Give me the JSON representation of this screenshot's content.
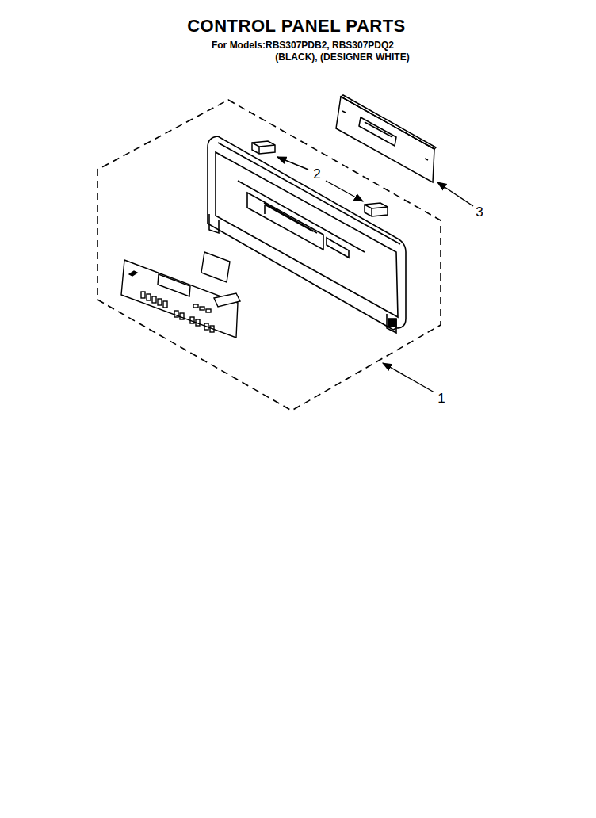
{
  "diagram": {
    "title": "CONTROL PANEL PARTS",
    "labels": [
      "For Models:RBS307PDB2, RBS307PDQ2",
      "(BLACK), (DESIGNER WHITE)",
      "2",
      "3",
      "1"
    ]
  }
}
